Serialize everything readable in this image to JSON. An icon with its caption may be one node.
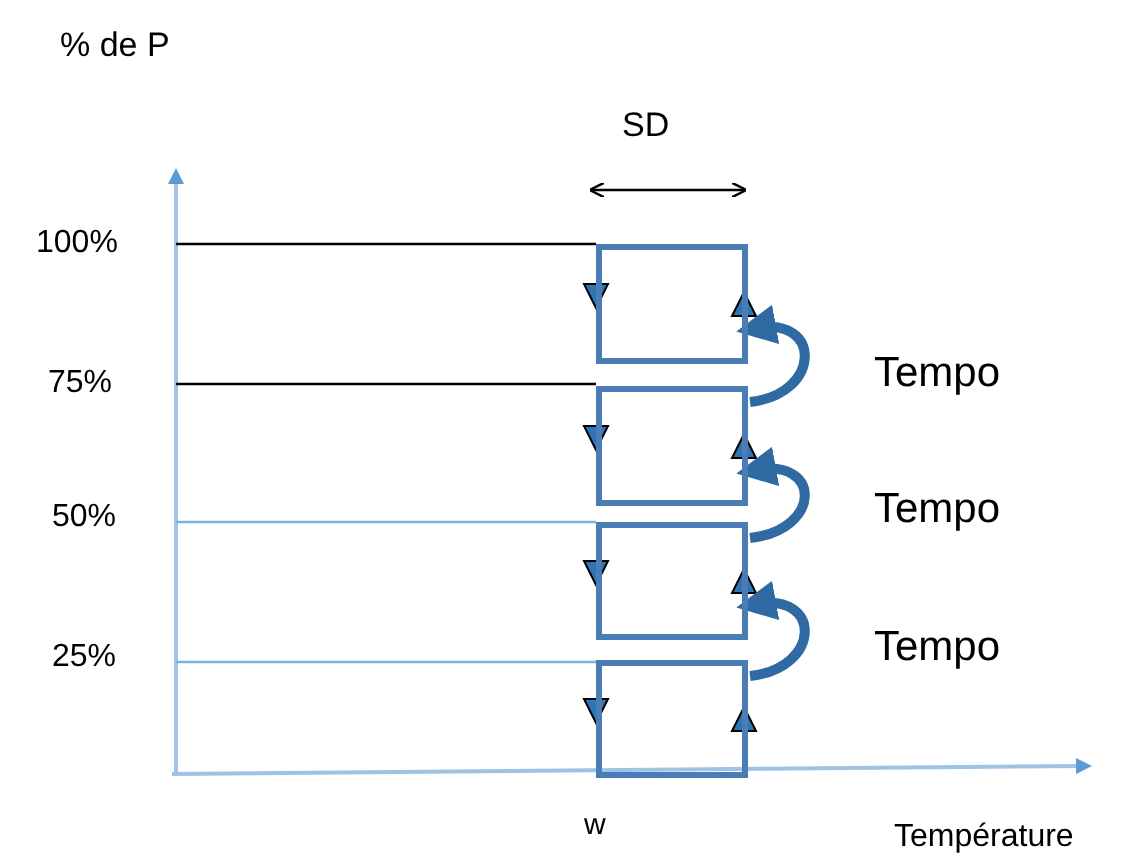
{
  "diagram": {
    "nodes": [
      {
        "text": [],
        "shape": "box"
      },
      {
        "text": [],
        "shape": "box"
      },
      {
        "text": [],
        "shape": "box"
      },
      {
        "text": [],
        "shape": "box"
      }
    ],
    "edges": [
      {
        "from": 1,
        "to": 0,
        "arrow": "to",
        "label": "Tempo"
      },
      {
        "from": 2,
        "to": 1,
        "arrow": "to",
        "label": "Tempo"
      },
      {
        "from": 3,
        "to": 2,
        "arrow": "to",
        "label": "Tempo"
      }
    ],
    "labels": [
      "% de P",
      "SD",
      "100%",
      "75%",
      "50%",
      "25%",
      "w",
      "Température"
    ]
  }
}
